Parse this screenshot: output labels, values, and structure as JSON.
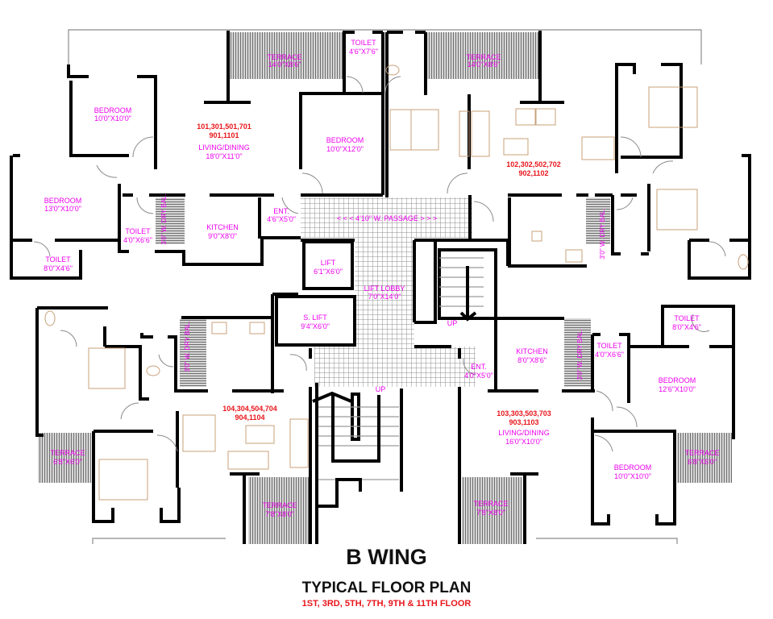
{
  "title": {
    "wing": "B WING",
    "subtitle": "TYPICAL FLOOR PLAN",
    "floors": "1ST, 3RD, 5TH, 7TH, 9TH & 11TH FLOOR"
  },
  "colors": {
    "room_label": "#ee00ee",
    "unit_number": "#e8151b",
    "wall": "#000000",
    "furniture": "#c8a07a",
    "hatch": "#8c8c8c"
  },
  "core": {
    "passage": "< < <  4'10\" W. PASSAGE  > > >",
    "lift": {
      "name": "LIFT",
      "size": "6'1\"X6'0\""
    },
    "service_lift": {
      "name": "S. LIFT",
      "size": "9'4\"X6'0\""
    },
    "lift_lobby": {
      "name": "LIFT LOBBY",
      "size": "7'0\"X14'0\""
    },
    "stair_up_1": "UP",
    "stair_up_2": "UP"
  },
  "flats": {
    "flat_01": {
      "unit_numbers_1": "101,301,501,701",
      "unit_numbers_2": "901,1101",
      "living": {
        "name": "LIVING/DINING",
        "size": "18'0\"X11'0\""
      },
      "bedroom_a": {
        "name": "BEDROOM",
        "size": "10'0\"X10'0\""
      },
      "bedroom_b": {
        "name": "BEDROOM",
        "size": "13'0\"X10'0\""
      },
      "bedroom_c": {
        "name": "BEDROOM",
        "size": "10'0\"X12'0\""
      },
      "kitchen": {
        "name": "KITCHEN",
        "size": "9'0\"X8'0\""
      },
      "toilet_a": {
        "name": "TOILET",
        "size": "4'0\"X6'6\""
      },
      "toilet_b": {
        "name": "TOILET",
        "size": "8'0\"X4'6\""
      },
      "toilet_c": {
        "name": "TOILET",
        "size": "4'6\"X7'6\""
      },
      "entrance": {
        "name": "ENT.",
        "size": "4'6\"X5'0\""
      },
      "terrace": {
        "name": "TERRACE",
        "size": "14'0\"X8'6\""
      },
      "dry_balcony": "3'0\" W. DRY BAL."
    },
    "flat_02": {
      "unit_numbers_1": "102,302,502,702",
      "unit_numbers_2": "902,1102",
      "terrace": {
        "name": "TERRACE",
        "size": "14'0\"X8'6\""
      },
      "dry_balcony": "3'0\" W. DRY BAL."
    },
    "flat_03": {
      "unit_numbers_1": "103,303,503,703",
      "unit_numbers_2": "903,1103",
      "living": {
        "name": "LIVING/DINING",
        "size": "16'0\"X10'0\""
      },
      "kitchen": {
        "name": "KITCHEN",
        "size": "8'0\"X8'6\""
      },
      "bedroom_a": {
        "name": "BEDROOM",
        "size": "12'6\"X10'0\""
      },
      "bedroom_b": {
        "name": "BEDROOM",
        "size": "10'0\"X10'0\""
      },
      "toilet_a": {
        "name": "TOILET",
        "size": "4'0\"X6'6\""
      },
      "toilet_b": {
        "name": "TOILET",
        "size": "8'0\"X4'6\""
      },
      "entrance": {
        "name": "ENT.",
        "size": "4'0\"X5'0\""
      },
      "terrace_a": {
        "name": "TERRACE",
        "size": "6'8\"X6'0\""
      },
      "terrace_b": {
        "name": "TERRACE",
        "size": "7'8\"X8'0\""
      },
      "dry_balcony": "3'0\" W. DRY BAL."
    },
    "flat_04": {
      "unit_numbers_1": "104,304,504,704",
      "unit_numbers_2": "904,1104",
      "terrace_a": {
        "name": "TERRACE",
        "size": "6'8\"X6'0\""
      },
      "terrace_b": {
        "name": "TERRACE",
        "size": "7'8\"X8'0\""
      },
      "dry_balcony": "3'0\" W. DRY BAL."
    }
  }
}
